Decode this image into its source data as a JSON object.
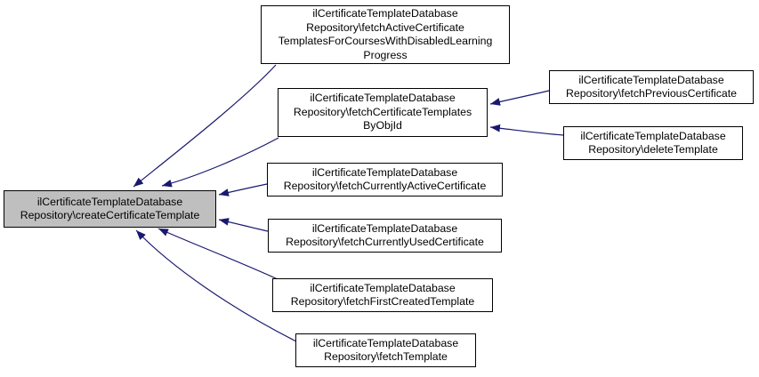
{
  "diagram": {
    "kind": "caller-graph",
    "colors": {
      "edge": "#191970",
      "node_border": "#000000",
      "node_fill": "#ffffff",
      "highlight_fill": "#bfbfbf",
      "background": "#ffffff"
    },
    "nodes": {
      "create": {
        "label": "ilCertificateTemplateDatabase\nRepository\\createCertificateTemplate",
        "highlighted": true
      },
      "fetchActive": {
        "label": "ilCertificateTemplateDatabase\nRepository\\fetchActiveCertificate\nTemplatesForCoursesWithDisabledLearning\nProgress",
        "highlighted": false
      },
      "fetchByObjId": {
        "label": "ilCertificateTemplateDatabase\nRepository\\fetchCertificateTemplates\nByObjId",
        "highlighted": false
      },
      "fetchCurrentlyActive": {
        "label": "ilCertificateTemplateDatabase\nRepository\\fetchCurrentlyActiveCertificate",
        "highlighted": false
      },
      "fetchCurrentlyUsed": {
        "label": "ilCertificateTemplateDatabase\nRepository\\fetchCurrentlyUsedCertificate",
        "highlighted": false
      },
      "fetchFirstCreated": {
        "label": "ilCertificateTemplateDatabase\nRepository\\fetchFirstCreatedTemplate",
        "highlighted": false
      },
      "fetchTemplate": {
        "label": "ilCertificateTemplateDatabase\nRepository\\fetchTemplate",
        "highlighted": false
      },
      "fetchPrevious": {
        "label": "ilCertificateTemplateDatabase\nRepository\\fetchPreviousCertificate",
        "highlighted": false
      },
      "deleteTemplate": {
        "label": "ilCertificateTemplateDatabase\nRepository\\deleteTemplate",
        "highlighted": false
      }
    },
    "edges": [
      {
        "from": "fetchActive",
        "to": "create"
      },
      {
        "from": "fetchByObjId",
        "to": "create"
      },
      {
        "from": "fetchCurrentlyActive",
        "to": "create"
      },
      {
        "from": "fetchCurrentlyUsed",
        "to": "create"
      },
      {
        "from": "fetchFirstCreated",
        "to": "create"
      },
      {
        "from": "fetchTemplate",
        "to": "create"
      },
      {
        "from": "fetchPrevious",
        "to": "fetchByObjId"
      },
      {
        "from": "deleteTemplate",
        "to": "fetchByObjId"
      }
    ]
  }
}
